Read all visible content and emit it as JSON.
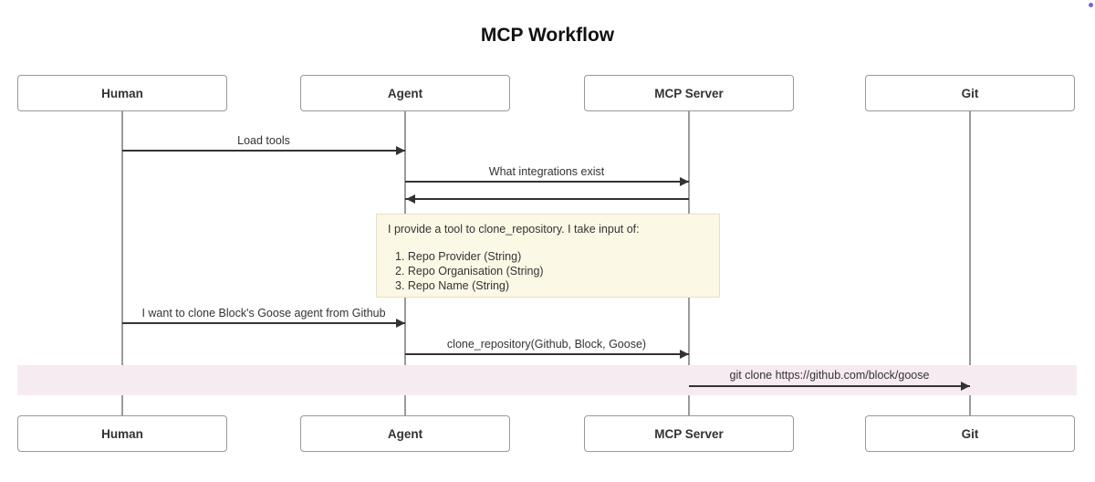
{
  "title": "MCP Workflow",
  "actors": [
    {
      "label": "Human"
    },
    {
      "label": "Agent"
    },
    {
      "label": "MCP Server"
    },
    {
      "label": "Git"
    }
  ],
  "messages": [
    {
      "from": "Human",
      "to": "Agent",
      "label": "Load tools"
    },
    {
      "from": "Agent",
      "to": "MCP Server",
      "label": "What integrations exist"
    },
    {
      "from": "MCP Server",
      "to": "Agent",
      "label": ""
    },
    {
      "from": "Human",
      "to": "Agent",
      "label": "I want to clone Block's Goose agent from Github"
    },
    {
      "from": "Agent",
      "to": "MCP Server",
      "label": "clone_repository(Github, Block, Goose)"
    },
    {
      "from": "MCP Server",
      "to": "Git",
      "label": "git clone https://github.com/block/goose",
      "highlighted": true
    }
  ],
  "note": {
    "intro": "I provide a tool to clone_repository. I take input of:",
    "items": [
      "1. Repo Provider (String)",
      "2. Repo Organisation (String)",
      "3. Repo Name (String)"
    ]
  },
  "colors": {
    "note_bg": "#fcf8e6",
    "note_border": "#e6e1c5",
    "highlight_bg": "#f7ebf2",
    "lifeline": "#9b9b9b",
    "arrow": "#333333",
    "actor_border": "#999999",
    "text": "#333333"
  }
}
